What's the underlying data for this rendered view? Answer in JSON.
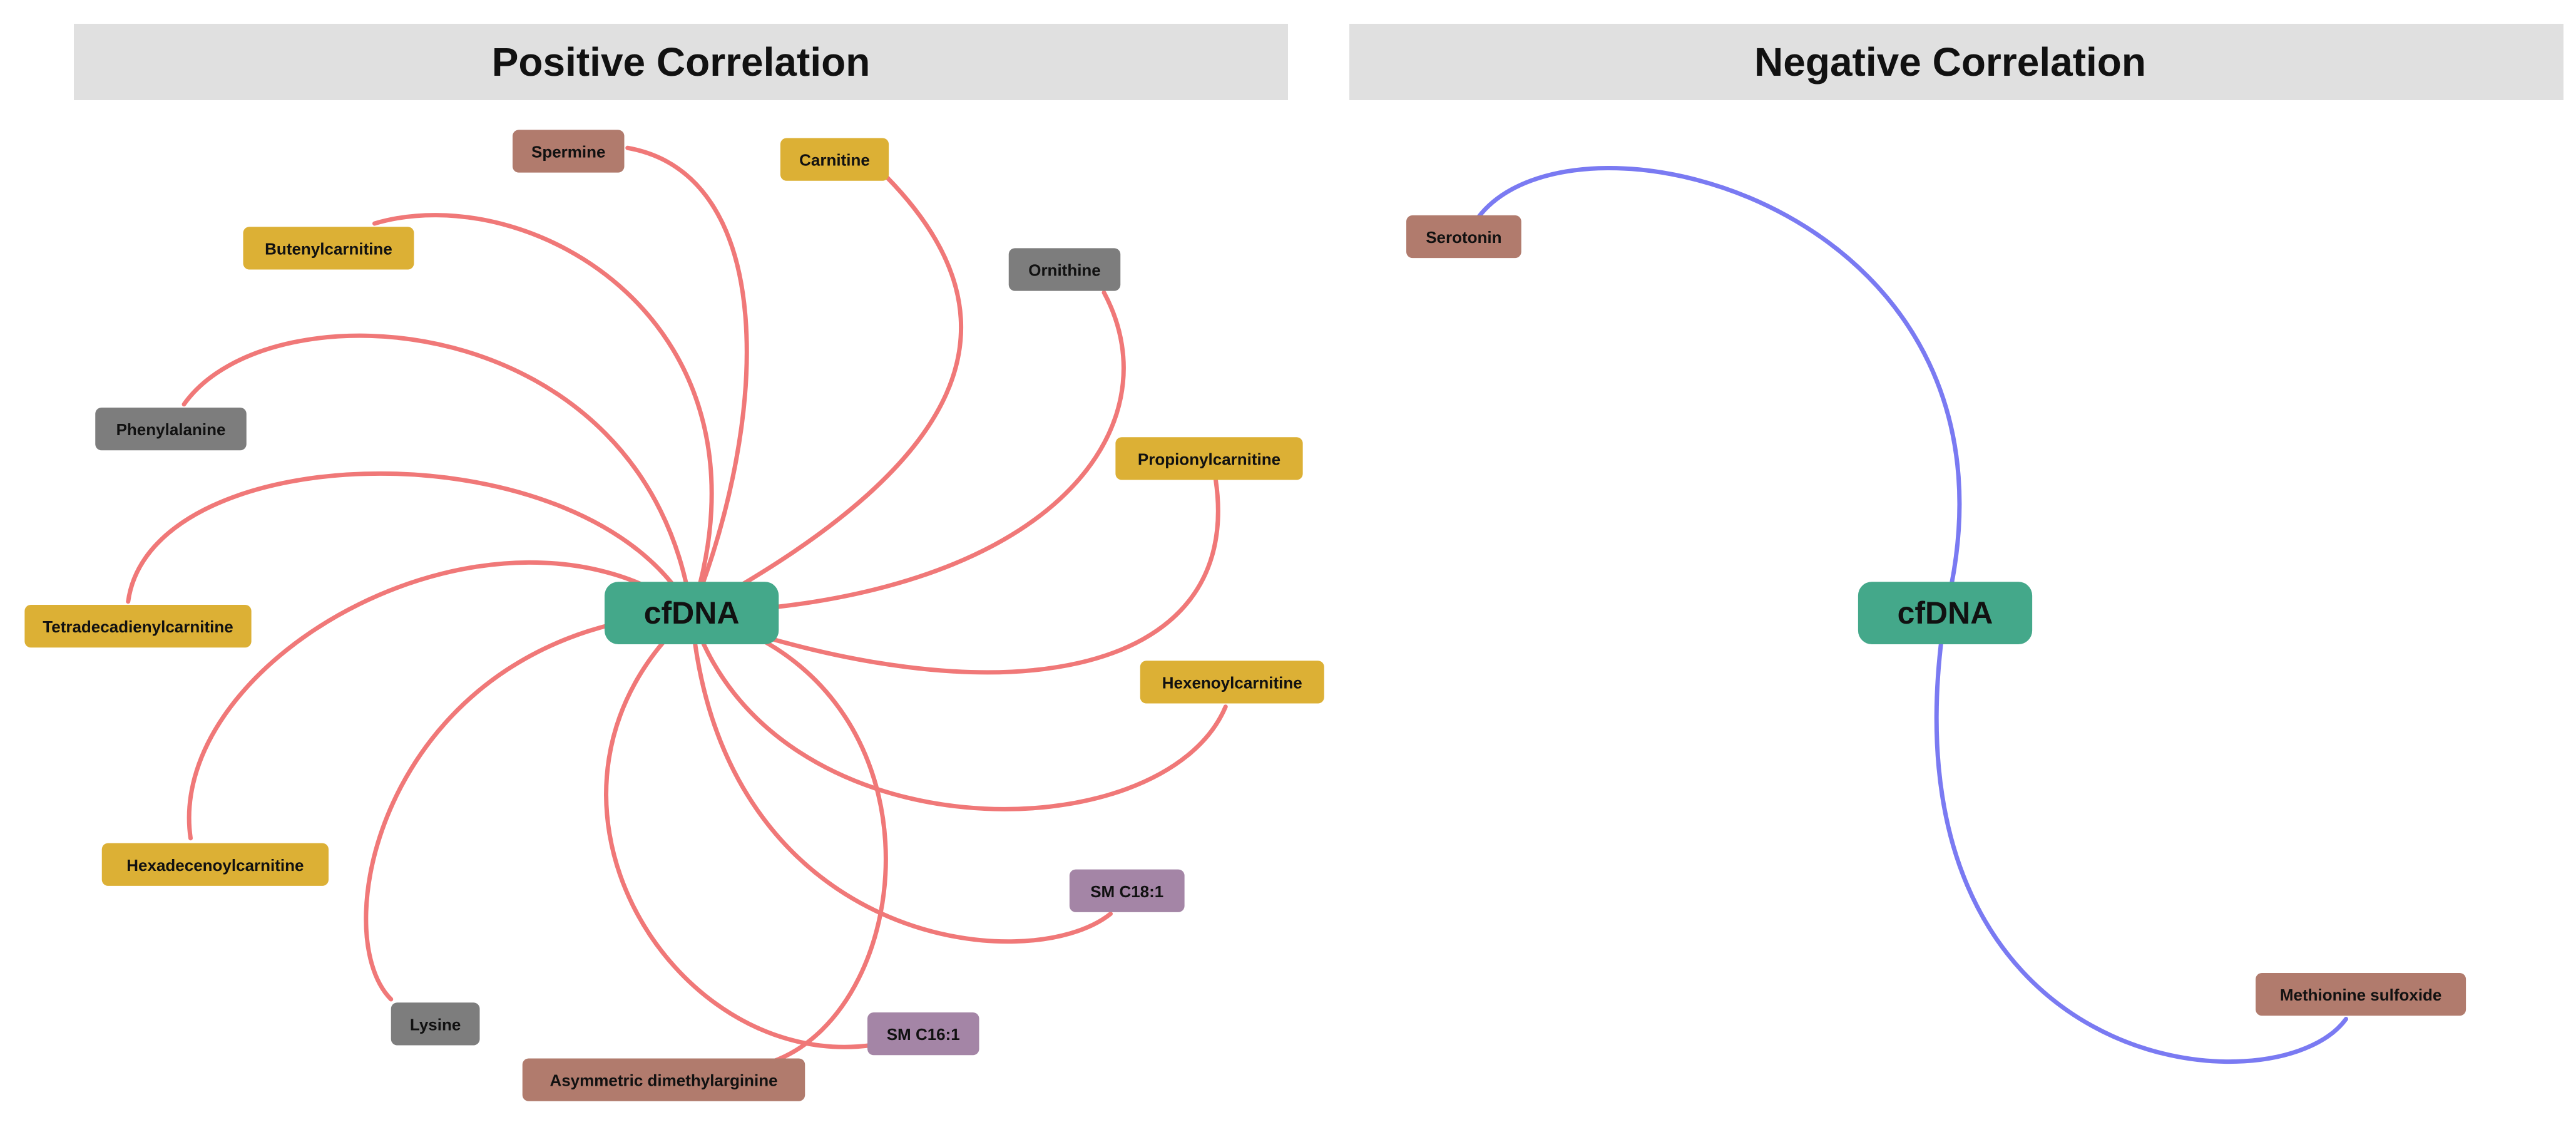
{
  "colors": {
    "header_bg": "#e0e0e0",
    "positive_edge": "#f07878",
    "negative_edge": "#7a7af2",
    "hub": "#44a88a",
    "acylcarnitine": "#dcb035",
    "amine": "#b17b6d",
    "amino_acid": "#7d7d7d",
    "sphingolipid": "#a485a6"
  },
  "panels": [
    {
      "title": "Positive Correlation",
      "edge_color": "positive_edge",
      "hub": {
        "label": "cfDNA",
        "color": "hub"
      },
      "nodes": [
        {
          "label": "Spermine",
          "color": "amine"
        },
        {
          "label": "Carnitine",
          "color": "acylcarnitine"
        },
        {
          "label": "Butenylcarnitine",
          "color": "acylcarnitine"
        },
        {
          "label": "Ornithine",
          "color": "amino_acid"
        },
        {
          "label": "Phenylalanine",
          "color": "amino_acid"
        },
        {
          "label": "Propionylcarnitine",
          "color": "acylcarnitine"
        },
        {
          "label": "Tetradecadienylcarnitine",
          "color": "acylcarnitine"
        },
        {
          "label": "Hexenoylcarnitine",
          "color": "acylcarnitine"
        },
        {
          "label": "Hexadecenoylcarnitine",
          "color": "acylcarnitine"
        },
        {
          "label": "SM C18:1",
          "color": "sphingolipid"
        },
        {
          "label": "Lysine",
          "color": "amino_acid"
        },
        {
          "label": "SM C16:1",
          "color": "sphingolipid"
        },
        {
          "label": "Asymmetric dimethylarginine",
          "color": "amine"
        }
      ]
    },
    {
      "title": "Negative Correlation",
      "edge_color": "negative_edge",
      "hub": {
        "label": "cfDNA",
        "color": "hub"
      },
      "nodes": [
        {
          "label": "Serotonin",
          "color": "amine"
        },
        {
          "label": "Methionine sulfoxide",
          "color": "amine"
        }
      ]
    }
  ]
}
